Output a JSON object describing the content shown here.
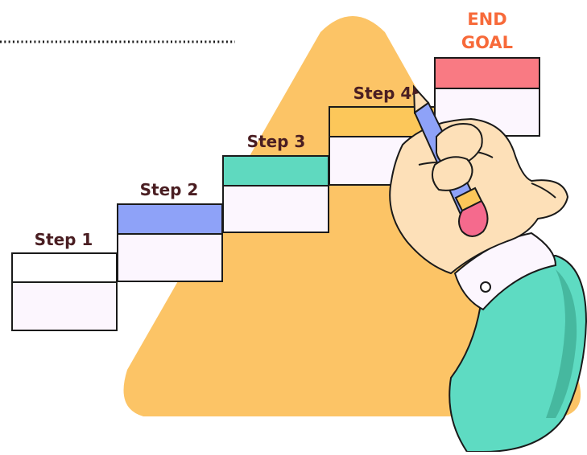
{
  "steps": [
    {
      "label": "Step 1",
      "color": "#ffffff"
    },
    {
      "label": "Step 2",
      "color": "#8ea2f8"
    },
    {
      "label": "Step 3",
      "color": "#5fd9bf"
    },
    {
      "label": "Step 4",
      "color": "#fcc75a"
    }
  ],
  "goal": {
    "line1": "END",
    "line2": "GOAL",
    "color": "#f97a83",
    "text_color": "#f76a3a"
  },
  "colors": {
    "triangle": "#fcc466",
    "outline": "#1a1a1a",
    "box_fill": "#fcf6fe",
    "label": "#4a1e22",
    "sleeve": "#5edbc2",
    "skin": "#fde0b8",
    "pencil": "#8ea2f8",
    "pencil_band": "#fcc75a",
    "eraser": "#f56a8d"
  }
}
